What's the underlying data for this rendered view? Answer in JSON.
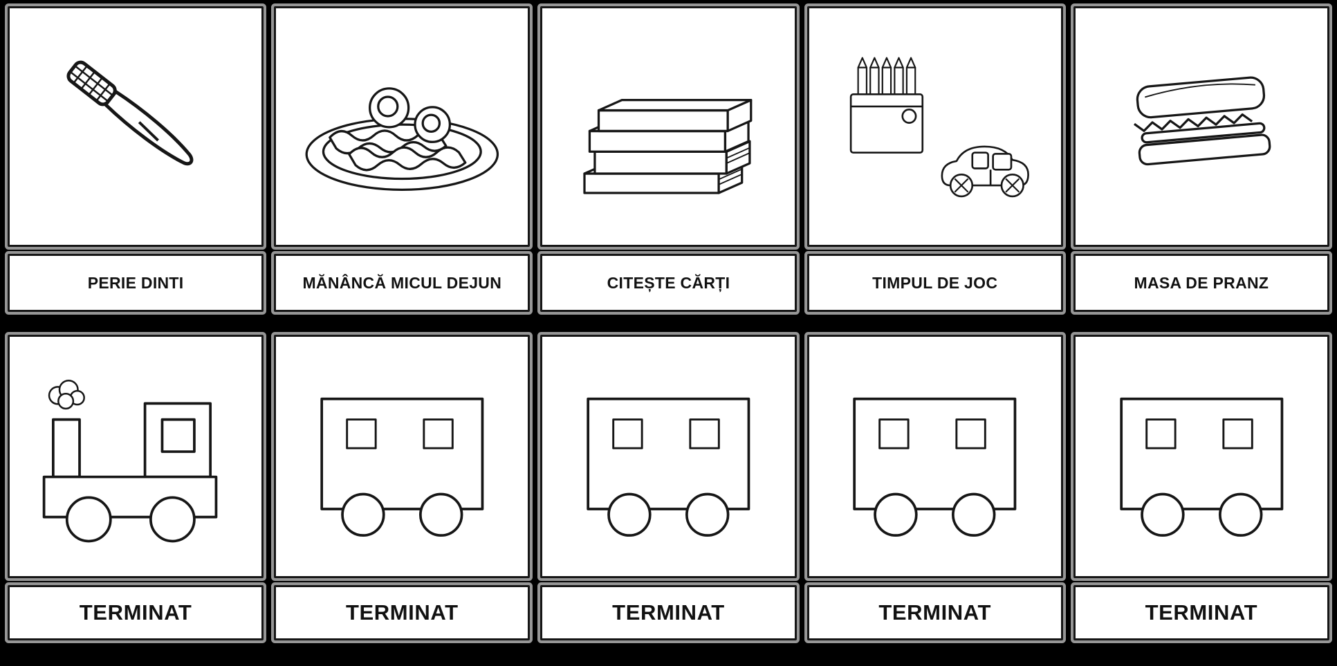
{
  "page": {
    "background_color": "#000000",
    "card_face_color": "#ffffff",
    "card_border_color": "#161616",
    "card_halo_color": "#969696"
  },
  "activity_row": {
    "cards": [
      {
        "image": "toothbrush",
        "label": "PERIE DINTI"
      },
      {
        "image": "fried-eggs-and-bacon-plate",
        "label": "MĂNÂNCĂ MICUL DEJUN"
      },
      {
        "image": "stack-of-books",
        "label": "CITEȘTE CĂRȚI"
      },
      {
        "image": "crayon-box-and-toy-car",
        "label": "TIMPUL DE JOC"
      },
      {
        "image": "sandwich",
        "label": "MASA DE PRANZ"
      }
    ]
  },
  "done_row": {
    "cards": [
      {
        "image": "train-engine",
        "label": "TERMINAT"
      },
      {
        "image": "train-wagon",
        "label": "TERMINAT"
      },
      {
        "image": "train-wagon",
        "label": "TERMINAT"
      },
      {
        "image": "train-wagon",
        "label": "TERMINAT"
      },
      {
        "image": "train-wagon",
        "label": "TERMINAT"
      }
    ]
  }
}
